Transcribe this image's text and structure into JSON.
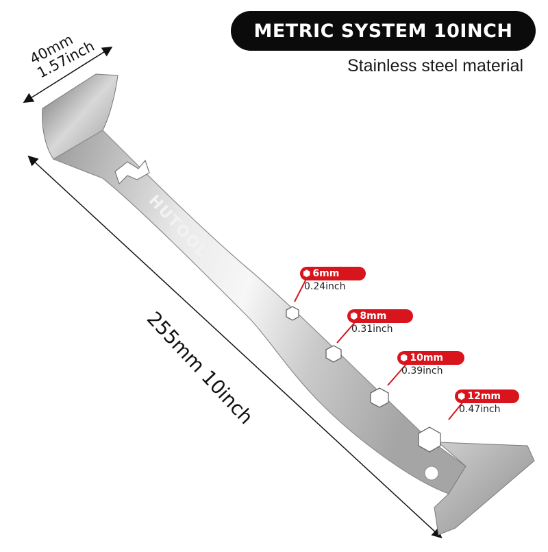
{
  "title": "METRIC SYSTEM 10INCH",
  "subtitle": "Stainless steel material",
  "dimensions": {
    "width_mm": "40mm",
    "width_inch": "1.57inch",
    "length": "255mm 10inch"
  },
  "brand_logo_text": "HUTOOL",
  "hex_sizes": [
    {
      "mm": "6mm",
      "inch": "0.24inch"
    },
    {
      "mm": "8mm",
      "inch": "0.31inch"
    },
    {
      "mm": "10mm",
      "inch": "0.39inch"
    },
    {
      "mm": "12mm",
      "inch": "0.47inch"
    }
  ],
  "colors": {
    "title_background": "#0b0b0b",
    "tag_red": "#d8141c",
    "steel_light": "#e6e6e6",
    "steel_dark": "#8a8a8a"
  }
}
